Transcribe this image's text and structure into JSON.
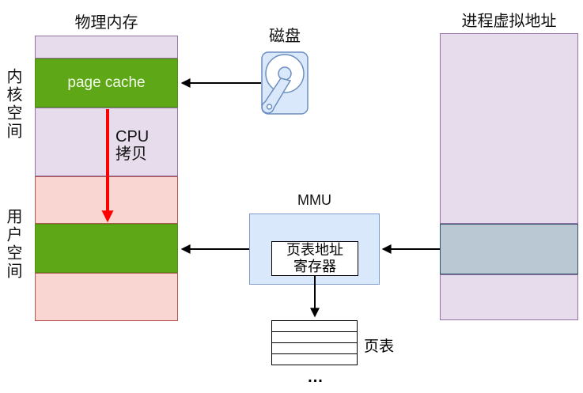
{
  "physical_memory": {
    "title": "物理内存",
    "kernel_space_label": "内核空间",
    "user_space_label": "用户空间",
    "page_cache_label": "page cache"
  },
  "cpu_copy": {
    "line1": "CPU",
    "line2": "拷贝"
  },
  "disk": {
    "title": "磁盘"
  },
  "virtual_memory": {
    "title": "进程虚拟地址"
  },
  "mmu": {
    "title": "MMU",
    "register_line1": "页表地址",
    "register_line2": "寄存器"
  },
  "page_table": {
    "label": "页表",
    "row_count": 4,
    "ellipsis": "..."
  },
  "colors": {
    "lavender_fill": "#e6dcec",
    "lavender_border": "#9673a6",
    "pink_fill": "#f9d6d1",
    "pink_border": "#b85450",
    "green_fill": "#5ea716",
    "green_border": "#4e8e12",
    "bluegray_fill": "#bac8d3",
    "bluegray_border": "#33506a",
    "mmu_fill": "#dae8fc",
    "mmu_border": "#7e9cc7",
    "disk_fill": "#dae8fc",
    "disk_border": "#6c8ebf",
    "arrow_black": "#000000",
    "arrow_red": "#ff0000"
  }
}
